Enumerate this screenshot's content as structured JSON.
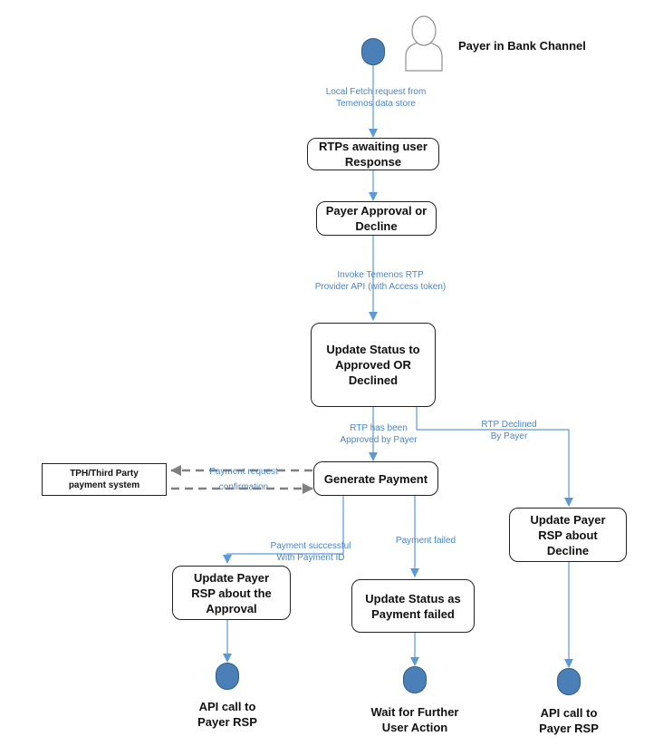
{
  "actor": {
    "label": "Payer in Bank Channel",
    "icon": "user-icon"
  },
  "colors": {
    "arrow": "#5b9bd5",
    "label": "#4a86c5",
    "terminal": "#4a7fb7",
    "dashed": "#808080"
  },
  "nodes": {
    "rtps_awaiting": "RTPs awaiting user\nResponse",
    "payer_approval": "Payer Approval or\nDecline",
    "update_status": "Update Status to\nApproved    OR\nDeclined",
    "generate_payment": "Generate Payment",
    "tph": "TPH/Third Party\npayment system",
    "update_rsp_approval": "Update Payer\nRSP about the\nApproval",
    "update_status_failed": "Update Status as\nPayment failed",
    "update_rsp_decline": "Update Payer\nRSP about\nDecline"
  },
  "edge_labels": {
    "local_fetch": "Local Fetch request from\nTemenos data store",
    "invoke_api": "Invoke Temenos RTP\nProvider API  (with Access token)",
    "rtp_approved": "RTP has been\nApproved by Payer",
    "rtp_declined": "RTP Declined\nBy Payer",
    "payment_request": "Payment request",
    "confirmation": "confirmation",
    "payment_successful": "Payment successful\nWith Payment ID",
    "payment_failed": "Payment failed"
  },
  "terminals": {
    "api_call_left": "API call to\nPayer RSP",
    "wait_further": "Wait for Further\nUser Action",
    "api_call_right": "API call to\nPayer RSP"
  }
}
